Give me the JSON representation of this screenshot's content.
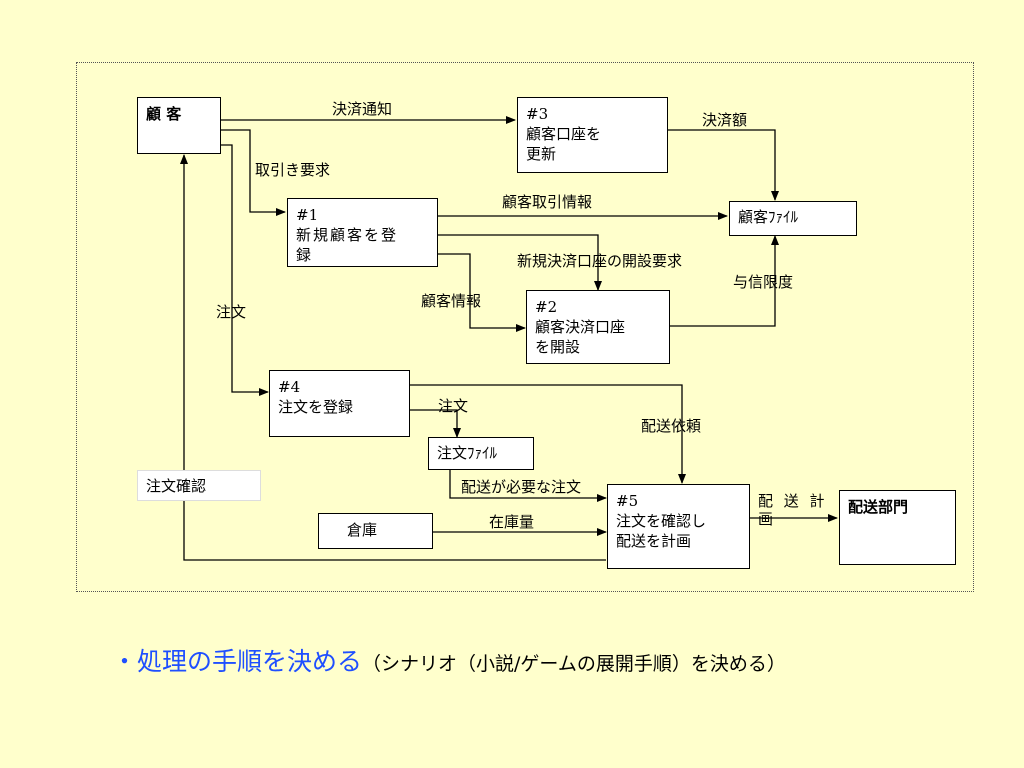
{
  "diagram": {
    "nodes": {
      "customer": "顧 客",
      "p3": {
        "num": "#3",
        "text": "顧客口座を\n更新"
      },
      "p1": {
        "num": "#1",
        "text": "新規顧客を登\n録"
      },
      "customer_file": "顧客ﾌｧｲﾙ",
      "p2": {
        "num": "#2",
        "text": "顧客決済口座\nを開設"
      },
      "p4": {
        "num": "#4",
        "text": "注文を登録"
      },
      "order_file": "注文ﾌｧｲﾙ",
      "warehouse": "倉庫",
      "p5": {
        "num": "#5",
        "text": "注文を確認し\n配送を計画"
      },
      "delivery_dept": "配送部門",
      "order_confirm": "注文確認"
    },
    "labels": {
      "settlement_notice": "決済通知",
      "transaction_request": "取引き要求",
      "settlement_amount": "決済額",
      "customer_transaction_info": "顧客取引情報",
      "new_account_request": "新規決済口座の開設要求",
      "credit_limit": "与信限度",
      "customer_info": "顧客情報",
      "order_left": "注文",
      "order_mid": "注文",
      "delivery_request": "配送依頼",
      "delivery_needed_order": "配送が必要な注文",
      "stock_quantity": "在庫量",
      "delivery_plan": "配 送 計\n画"
    }
  },
  "caption": {
    "main": "・処理の手順を決める",
    "sub": "（シナリオ（小説/ゲームの展開手順）を決める）"
  }
}
